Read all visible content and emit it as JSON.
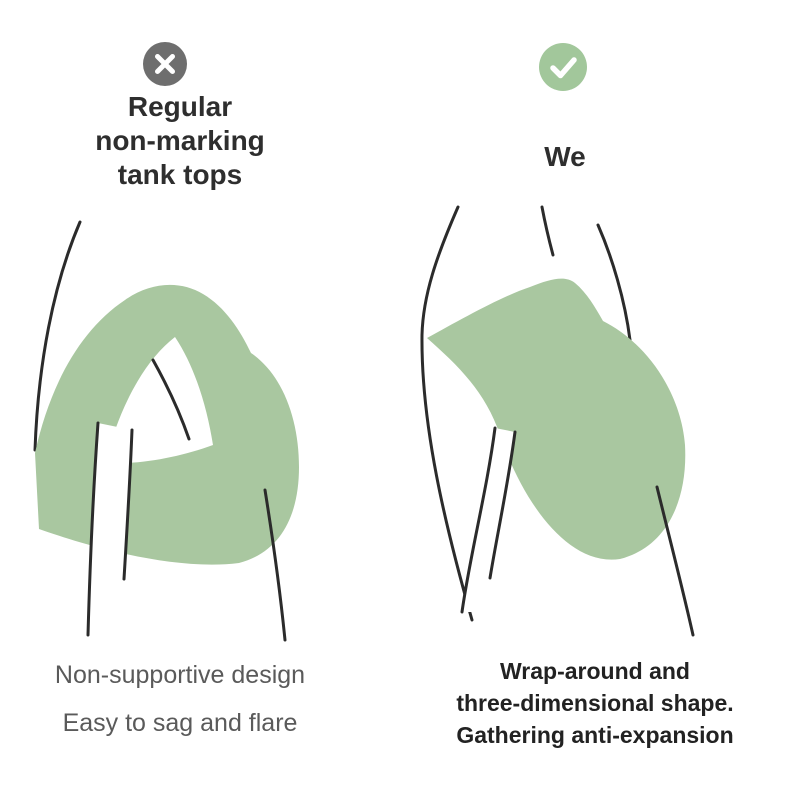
{
  "left_panel": {
    "badge": "x",
    "title_lines": [
      "Regular",
      "non-marking",
      "tank tops"
    ],
    "captions": [
      "Non-supportive design",
      "Easy to sag and flare"
    ]
  },
  "right_panel": {
    "badge": "check",
    "title": "We",
    "captions": [
      "Wrap-around and",
      "three-dimensional shape.",
      "Gathering anti-expansion"
    ]
  },
  "colors": {
    "garment_green": "#a9c7a0",
    "badge_check_green": "#a2c79b",
    "badge_x_gray": "#6e6e6e",
    "badge_glyph_white": "#ffffff",
    "line": "#2b2b2b",
    "skin_white": "#ffffff",
    "title_text": "#2e2e2e",
    "caption_left_gray": "#5a5a5a",
    "caption_right_dark": "#222222"
  }
}
